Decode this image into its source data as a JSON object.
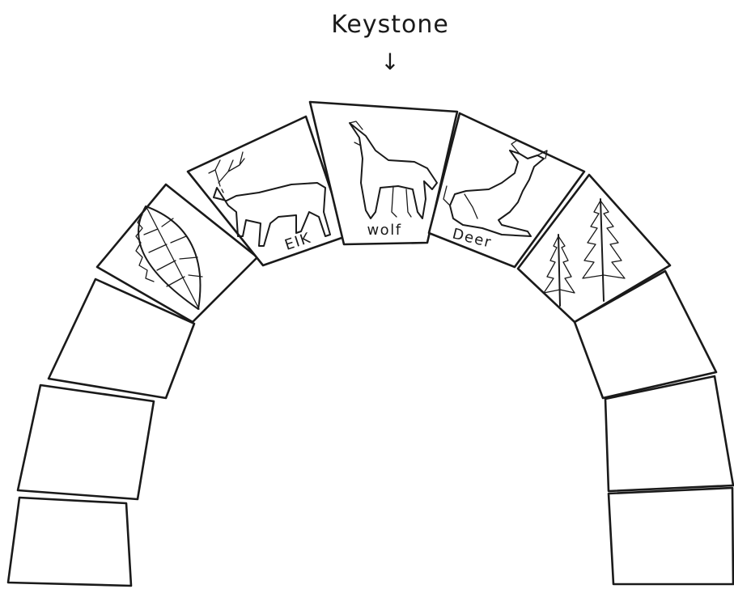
{
  "diagram": {
    "title": "Keystone",
    "arrow": "↓",
    "stones": [
      {
        "id": "leaf",
        "icon": "leaf-icon",
        "label": ""
      },
      {
        "id": "elk",
        "icon": "elk-icon",
        "label": "EIK"
      },
      {
        "id": "wolf",
        "icon": "wolf-icon",
        "label": "wolf"
      },
      {
        "id": "deer",
        "icon": "deer-icon",
        "label": "Deer"
      },
      {
        "id": "trees",
        "icon": "trees-icon",
        "label": ""
      }
    ],
    "colors": {
      "ink": "#1a1a1a",
      "paper": "#ffffff"
    }
  }
}
